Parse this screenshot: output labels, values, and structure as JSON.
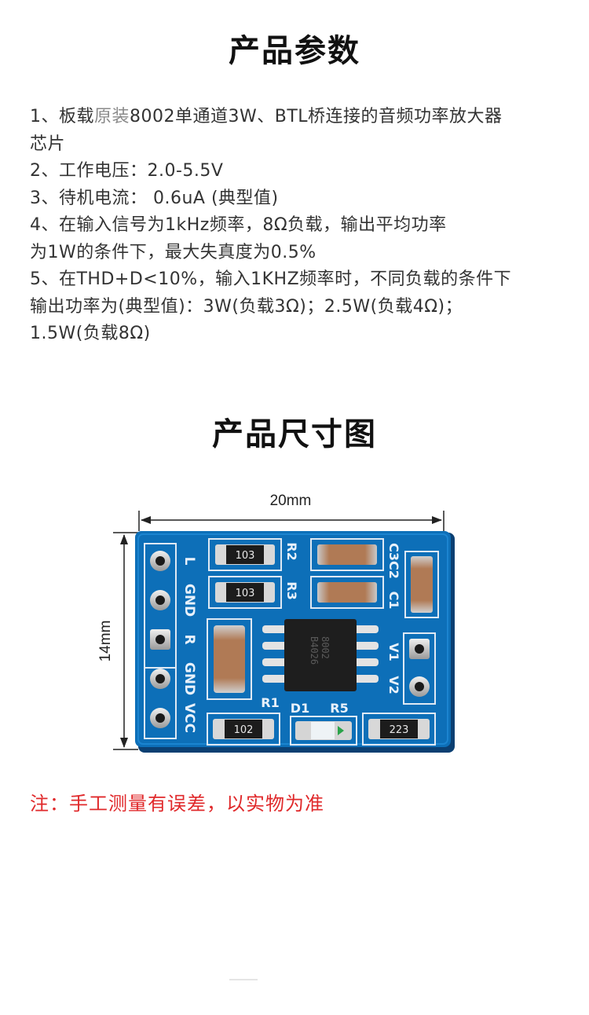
{
  "section1": {
    "title": "产品参数",
    "lines": [
      {
        "pre": "1、板载",
        "hl": "原装",
        "post": "8002单通道3W、BTL桥连接的音频功率放大器"
      },
      {
        "text": "芯片"
      },
      {
        "text": "2、工作电压：2.0-5.5V"
      },
      {
        "text": "3、待机电流： 0.6uA (典型值)"
      },
      {
        "text": "4、在输入信号为1kHz频率，8Ω负载，输出平均功率"
      },
      {
        "text": "为1W的条件下，最大失真度为0.5%"
      },
      {
        "text": "5、在THD+D<10%，输入1KHZ频率时，不同负载的条件下"
      },
      {
        "text": "输出功率为(典型值)：3W(负载3Ω)；2.5W(负载4Ω)；"
      },
      {
        "text": "1.5W(负载8Ω)"
      }
    ]
  },
  "section2": {
    "title": "产品尺寸图",
    "width_label": "20mm",
    "height_label": "14mm"
  },
  "board": {
    "color": "#0d6fb8",
    "pin_labels": [
      "L",
      "GND",
      "R",
      "GND",
      "VCC"
    ],
    "silk": {
      "r2": "R2",
      "r3": "R3",
      "c3c2": "C3C2",
      "c1": "C1",
      "v1": "V1",
      "v2": "V2",
      "r1": "R1",
      "d1": "D1",
      "r5": "R5"
    },
    "resistor_codes": {
      "top": "103",
      "mid": "103",
      "bottom_left": "102",
      "bottom_right": "223"
    },
    "chip_marking": [
      "8002",
      "B4026"
    ]
  },
  "note": "注：手工测量有误差，以实物为准"
}
